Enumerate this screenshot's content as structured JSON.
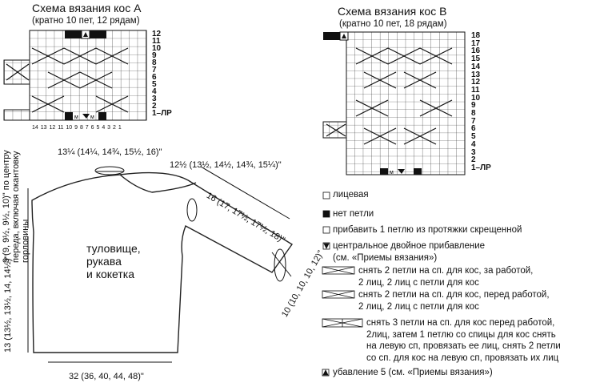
{
  "chartA": {
    "title": "Схема вязания кос А",
    "subtitle": "(кратно 10 пет, 12 рядам)",
    "rows": [
      "12",
      "11",
      "10",
      "9",
      "8",
      "7",
      "6",
      "5",
      "4",
      "3",
      "2",
      "1–ЛР"
    ],
    "cols": "14 13 12 11 10 9 8 7 6 5 4 3 2 1"
  },
  "chartB": {
    "title": "Схема вязания кос В",
    "subtitle": "(кратно 10 пет, 18 рядам)",
    "rows": [
      "18",
      "17",
      "16",
      "15",
      "14",
      "13",
      "12",
      "11",
      "10",
      "9",
      "8",
      "7",
      "6",
      "5",
      "4",
      "3",
      "2",
      "1–ЛР"
    ]
  },
  "schematic": {
    "neck_width": "13¼ (14¼, 14¾, 15½, 16)\"",
    "sleeve_top": "12½ (13½, 14½, 14¾, 15¼)\"",
    "sleeve_len": "16 (17, 17½, 17½, 18)\"",
    "cuff": "10 (10, 10, 10, 12)\"",
    "depth_left": "9 (9, 9½, 9½, 10)\" по центру переда, включая окантовку горловины",
    "side_len": "13 (13½, 13½, 14, 14½)\"",
    "bottom": "32 (36, 40, 44, 48)\"",
    "body_label_1": "туловище,",
    "body_label_2": "рукава",
    "body_label_3": "и кокетка"
  },
  "legend": {
    "knit": "лицевая",
    "no_stitch": "нет петли",
    "inc": "прибавить 1 петлю из протяжки скрещенной",
    "center_inc": "центральное двойное прибавление",
    "center_inc_2": "(см. «Приемы вязания»)",
    "c1_1": "снять 2 петли на сп. для кос, за работой,",
    "c1_2": "2 лиц, 2 лиц с петли для кос",
    "c2_1": "снять 2 петли на сп. для кос, перед работой,",
    "c2_2": "2 лиц, 2 лиц с петли для кос",
    "c3_1": "снять 3 петли на сп. для кос перед работой,",
    "c3_2": "2лиц, затем 1 петлю со спицы для кос снять",
    "c3_3": "на левую сп, провязать ее лиц, снять 2 петли",
    "c3_4": "со сп. для кос на левую сп, провязать их лиц",
    "dec": "убавление 5 (см. «Приемы вязания»)"
  }
}
